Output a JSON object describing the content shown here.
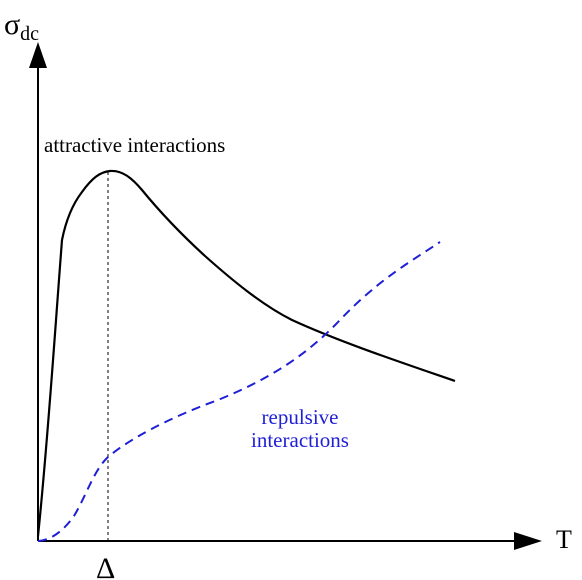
{
  "axes": {
    "y_label_main": "σ",
    "y_label_sub": "dc",
    "x_label": "T",
    "x_tick_label": "Δ"
  },
  "curves": {
    "attractive": {
      "label": "attractive interactions",
      "color": "#000000",
      "style": "solid"
    },
    "repulsive": {
      "label_line1": "repulsive",
      "label_line2": "interactions",
      "color": "#1f1fd6",
      "style": "dashed"
    }
  },
  "chart_data": {
    "type": "line",
    "title": "",
    "xlabel": "T",
    "ylabel": "σdc",
    "x_ticks": [
      "Δ"
    ],
    "grid": false,
    "series": [
      {
        "name": "attractive interactions",
        "style": "solid"
      },
      {
        "name": "repulsive interactions",
        "style": "dashed"
      }
    ]
  }
}
